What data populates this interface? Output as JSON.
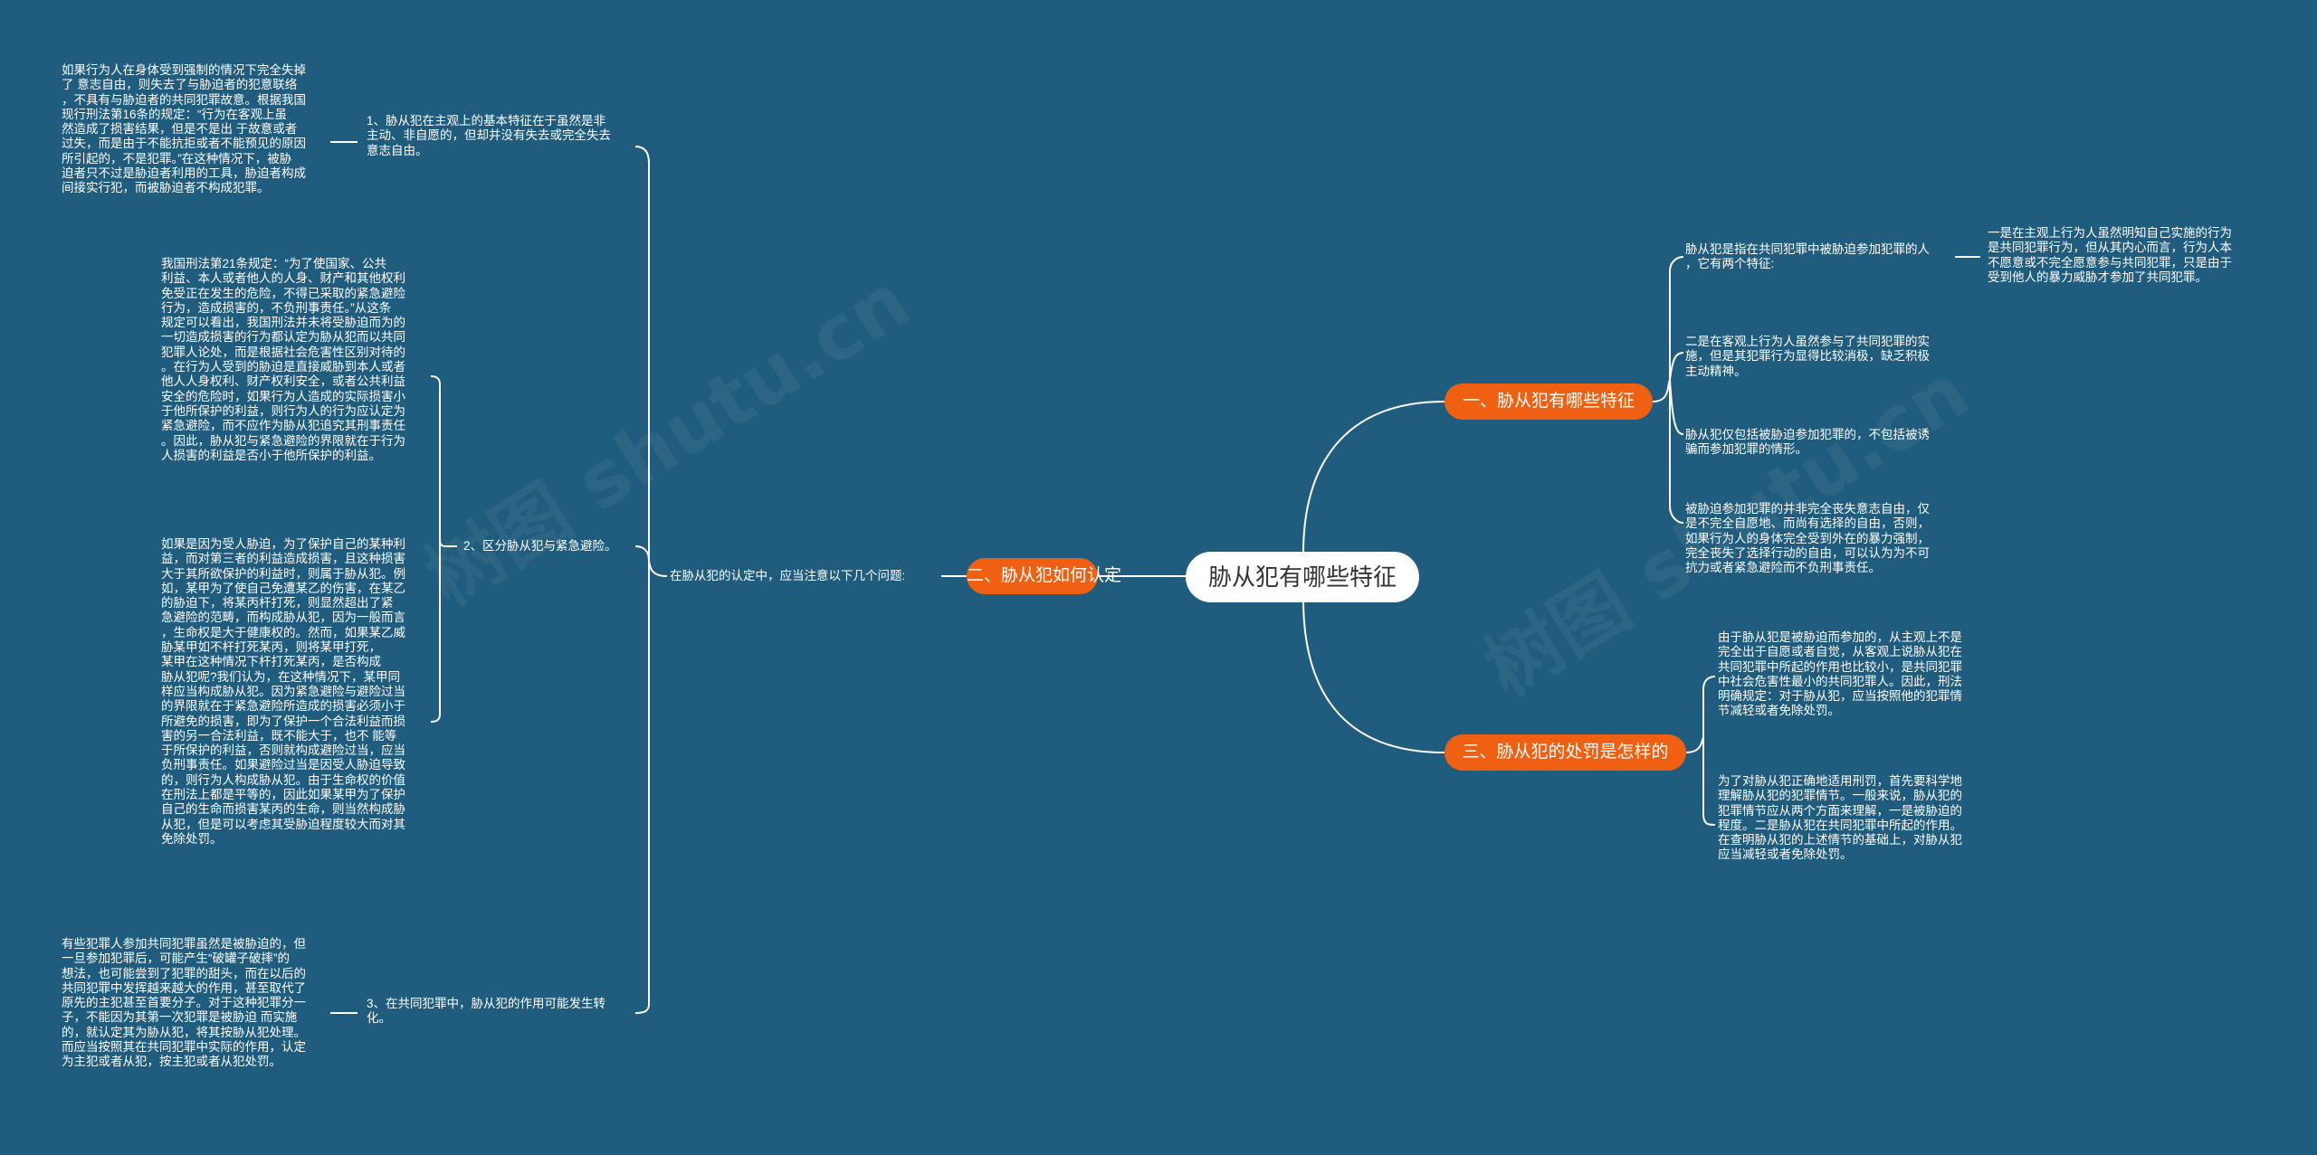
{
  "root": "胁从犯有哪些特征",
  "branches": {
    "b1": "一、胁从犯有哪些特征",
    "b2": "二、胁从犯如何认定",
    "b3": "三、胁从犯的处罚是怎样的"
  },
  "b1_items": {
    "a": "胁从犯是指在共同犯罪中被胁迫参加犯罪的人\n，它有两个特征:",
    "a1": "一是在主观上行为人虽然明知自己实施的行为\n是共同犯罪行为，但从其内心而言，行为人本\n不愿意或不完全愿意参与共同犯罪，只是由于\n受到他人的暴力威胁才参加了共同犯罪。",
    "b": "二是在客观上行为人虽然参与了共同犯罪的实\n施，但是其犯罪行为显得比较消极，缺乏积极\n主动精神。",
    "c": "胁从犯仅包括被胁迫参加犯罪的，不包括被诱\n骗而参加犯罪的情形。",
    "d": "被胁迫参加犯罪的并非完全丧失意志自由，仅\n是不完全自愿地、而尚有选择的自由，否则，\n如果行为人的身体完全受到外在的暴力强制，\n完全丧失了选择行动的自由，可以认为为不可\n抗力或者紧急避险而不负刑事责任。"
  },
  "b2_items": {
    "intro": "在胁从犯的认定中，应当注意以下几个问题:",
    "p1": "1、胁从犯在主观上的基本特征在于虽然是非\n主动、非自愿的，但却并没有失去或完全失去\n意志自由。",
    "p1_detail": "如果行为人在身体受到强制的情况下完全失掉\n了 意志自由，则失去了与胁迫者的犯意联络\n，不具有与胁迫者的共同犯罪故意。根据我国\n现行刑法第16条的规定：“行为在客观上虽\n然造成了损害结果，但是不是出 于故意或者\n过失，而是由于不能抗拒或者不能预见的原因\n所引起的，不是犯罪。”在这种情况下，被胁\n迫者只不过是胁迫者利用的工具，胁迫者构成\n间接实行犯，而被胁迫者不构成犯罪。",
    "p2": "2、区分胁从犯与紧急避险。",
    "p2_detail_a": "我国刑法第21条规定：“为了使国家、公共\n利益、本人或者他人的人身、财产和其他权利\n免受正在发生的危险，不得已采取的紧急避险\n行为，造成损害的，不负刑事责任。”从这条\n规定可以看出，我国刑法并未将受胁迫而为的\n一切造成损害的行为都认定为胁从犯而以共同\n犯罪人论处，而是根据社会危害性区别对待的\n。在行为人受到的胁迫是直接威胁到本人或者\n他人人身权利、财产权利安全，或者公共利益\n安全的危险时，如果行为人造成的实际损害小\n于他所保护的利益，则行为人的行为应认定为\n紧急避险，而不应作为胁从犯追究其刑事责任\n。因此，胁从犯与紧急避险的界限就在于行为\n人损害的利益是否小于他所保护的利益。",
    "p2_detail_b": "如果是因为受人胁迫，为了保护自己的某种利\n益，而对第三者的利益造成损害，且这种损害\n大于其所欲保护的利益时，则属于胁从犯。例\n如，某甲为了使自己免遭某乙的伤害，在某乙\n的胁迫下，将某丙杆打死，则显然超出了紧\n急避险的范畴，而构成胁从犯，因为一般而言\n，生命权是大于健康权的。然而，如果某乙威\n胁某甲如不杆打死某丙，则将某甲打死，\n某甲在这种情况下杆打死某丙，是否构成\n胁从犯呢?我们认为，在这种情况下，某甲同\n样应当构成胁从犯。因为紧急避险与避险过当\n的界限就在于紧急避险所造成的损害必须小于\n所避免的损害，即为了保护一个合法利益而损\n害的另一合法利益，既不能大于，也不 能等\n于所保护的利益，否则就构成避险过当，应当\n负刑事责任。如果避险过当是因受人胁迫导致\n的，则行为人构成胁从犯。由于生命权的价值\n在刑法上都是平等的，因此如果某甲为了保护\n自己的生命而损害某丙的生命，则当然构成胁\n从犯，但是可以考虑其受胁迫程度较大而对其\n免除处罚。",
    "p3": "3、在共同犯罪中，胁从犯的作用可能发生转\n化。",
    "p3_detail": "有些犯罪人参加共同犯罪虽然是被胁迫的，但\n一旦参加犯罪后，可能产生“破罐子破摔”的\n想法，也可能尝到了犯罪的甜头，而在以后的\n共同犯罪中发挥越来越大的作用，甚至取代了\n原先的主犯甚至首要分子。对于这种犯罪分一\n子，不能因为其第一次犯罪是被胁迫 而实施\n的，就认定其为胁从犯，将其按胁从犯处理。\n而应当按照其在共同犯罪中实际的作用，认定\n为主犯或者从犯，按主犯或者从犯处罚。"
  },
  "b3_items": {
    "a": "由于胁从犯是被胁迫而参加的，从主观上不是\n完全出于自愿或者自觉，从客观上说胁从犯在\n共同犯罪中所起的作用也比较小，是共同犯罪\n中社会危害性最小的共同犯罪人。因此，刑法\n明确规定：对于胁从犯，应当按照他的犯罪情\n节减轻或者免除处罚。",
    "b": "为了对胁从犯正确地适用刑罚，首先要科学地\n理解胁从犯的犯罪情节。一般来说，胁从犯的\n犯罪情节应从两个方面来理解，一是被胁迫的\n程度。二是胁从犯在共同犯罪中所起的作用。\n在查明胁从犯的上述情节的基础上，对胁从犯\n应当减轻或者免除处罚。"
  },
  "watermarks": {
    "w1": "树图 shutu.cn",
    "w2": "树图 shutu.cn"
  },
  "colors": {
    "background": "#1f5c7d",
    "branch": "#f06012",
    "root": "#ffffff",
    "line": "#ffffff"
  }
}
